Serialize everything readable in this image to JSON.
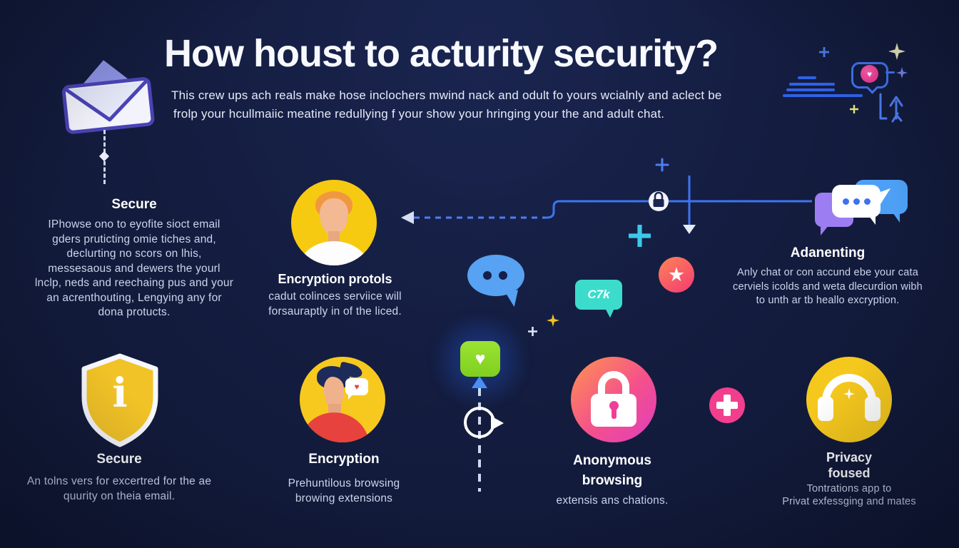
{
  "header": {
    "title": "How houst to acturity security?",
    "subtitle": [
      "This crew ups ach reals make hose inclochers mwind nack and odult fo yours wcialnly and aclect be",
      "frolp your hcullmaiic meatine redullying f your show your hringing your the and adult chat."
    ]
  },
  "sections": {
    "secure_top": {
      "title": "Secure",
      "body": "IPhowse ono to eyofite sioct email gders pruticting omie tiches and, declurting no scors on lhis, messesaous and dewers the yourl lnclp, neds and reechaing pus and your an acrenthouting, Lengying any for dona protucts."
    },
    "encryption_protocols": {
      "title": "Encryption protols",
      "body": "cadut colinces serviice will forsauraptly in of the liced."
    },
    "adanenting": {
      "title": "Adanenting",
      "body": "Anly chat or con accund ebe your cata cerviels icolds and weta dlecurdion wibh to unth ar tb heallo excryption."
    },
    "secure_bottom": {
      "title": "Secure",
      "body": "An tolns vers for excertred for the ae quurity on theia email."
    },
    "encryption_bottom": {
      "title": "Encryption",
      "body_lines": [
        "Prehuntilous browsing",
        "browing extensions"
      ]
    },
    "anonymous": {
      "title_lines": [
        "Anonymous",
        "browsing"
      ],
      "body": "extensis ans chations."
    },
    "privacy": {
      "title_lines": [
        "Privacy",
        "foused"
      ],
      "body_lines": [
        "Tontrations app to",
        "Privat exfessging and mates"
      ]
    }
  },
  "decor": {
    "teal_bubble_text": "C7k"
  },
  "icons": {
    "heart_glyph": "♥",
    "star_glyph": "★",
    "shield_info_glyph": "i"
  },
  "colors": {
    "background": "#141d40",
    "title_text": "#f7f9ff",
    "body_text": "#ccd5ec",
    "accent_blue": "#3f74f0",
    "light_blue": "#57a2f2",
    "yellow": "#f2c61f",
    "teal": "#3bdccb",
    "cyan": "#3bc9e8",
    "pink": "#f23f8d",
    "green": "#8cd52c",
    "purple": "#9c7ef2",
    "lock_gradient_start": "#ff9350",
    "lock_gradient_end": "#e03ec0",
    "envelope_indigo": "#4a43b5"
  }
}
